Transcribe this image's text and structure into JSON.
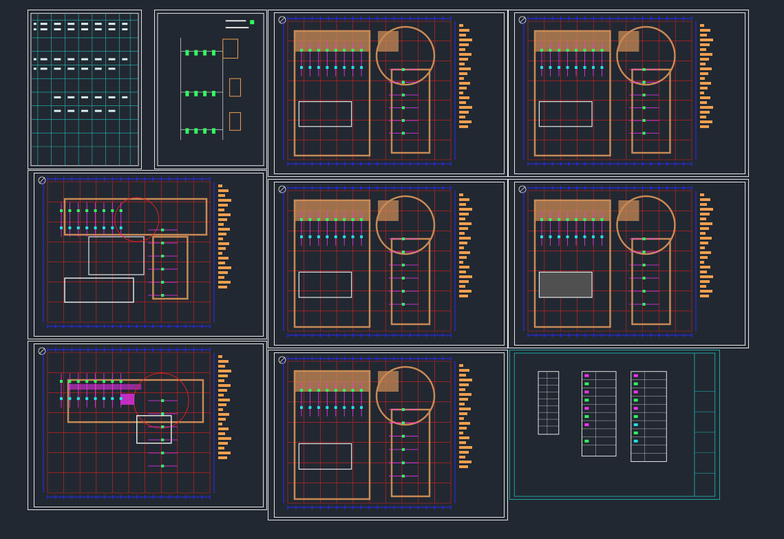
{
  "canvas": {
    "background": "#222831"
  },
  "colors": {
    "frame": "#e6e6e6",
    "grid": "#e02020",
    "walls": "#c88a55",
    "dims": "#2a2aff",
    "electric": "#ff30ff",
    "fixture": "#30ff60",
    "cyan": "#20e0e0",
    "notes": "#f0a050",
    "legend_border": "#1aa6a6"
  },
  "sheets": [
    {
      "id": "schedule-sheet",
      "kind": "schedule"
    },
    {
      "id": "riser-diagram-sheet",
      "kind": "riser"
    },
    {
      "id": "floor-plan-1",
      "kind": "plan",
      "notes": true
    },
    {
      "id": "floor-plan-2",
      "kind": "plan",
      "notes": true
    },
    {
      "id": "floor-plan-3",
      "kind": "plan",
      "notes": true
    },
    {
      "id": "floor-plan-4",
      "kind": "plan",
      "notes": true
    },
    {
      "id": "floor-plan-5",
      "kind": "plan",
      "notes": true
    },
    {
      "id": "floor-plan-6",
      "kind": "plan",
      "notes": true
    },
    {
      "id": "roof-plan",
      "kind": "plan",
      "notes": true
    },
    {
      "id": "legend-sheet",
      "kind": "legend"
    }
  ]
}
